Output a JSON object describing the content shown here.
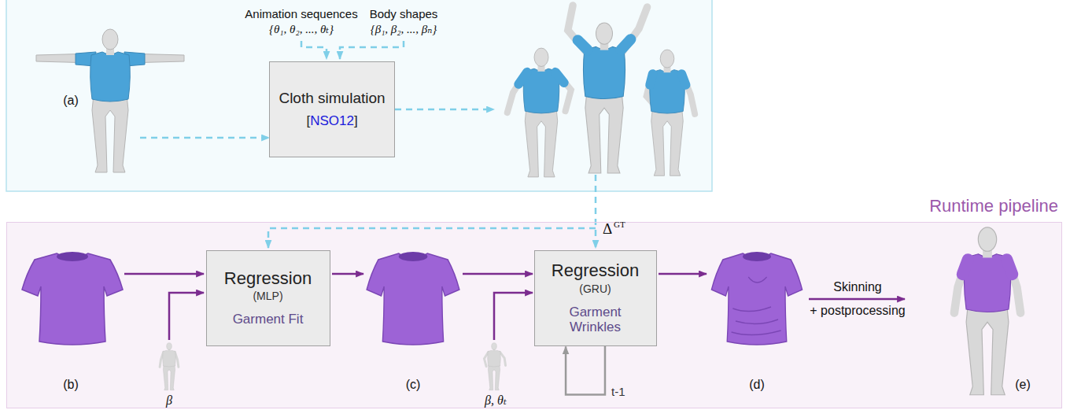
{
  "diagram": {
    "nodes": [
      {
        "text": [
          "Cloth simulation",
          "[NSO12]"
        ]
      },
      {
        "text": [
          "Runtime pipeline"
        ]
      },
      {
        "text": [
          "Regression",
          "(MLP)",
          "Garment Fit"
        ],
        "in": 1
      },
      {
        "text": [
          "Regression",
          "(GRU)",
          "Garment Wrinkles"
        ],
        "in": 1
      }
    ],
    "edges": [
      {
        "from": 3,
        "to": 3,
        "label": "t-1",
        "arrow": "to"
      }
    ],
    "labels": [
      "Animation sequences",
      "{θ₁, θ₂, ..., θₜ}",
      "Body shapes",
      "{β₁, β₂, ..., βₙ}",
      "(a)",
      "Δ",
      "GT",
      "(b)",
      "β",
      "(c)",
      "β, θₜ",
      "(d)",
      "Skinning",
      "+ postprocessing",
      "(e)"
    ]
  }
}
